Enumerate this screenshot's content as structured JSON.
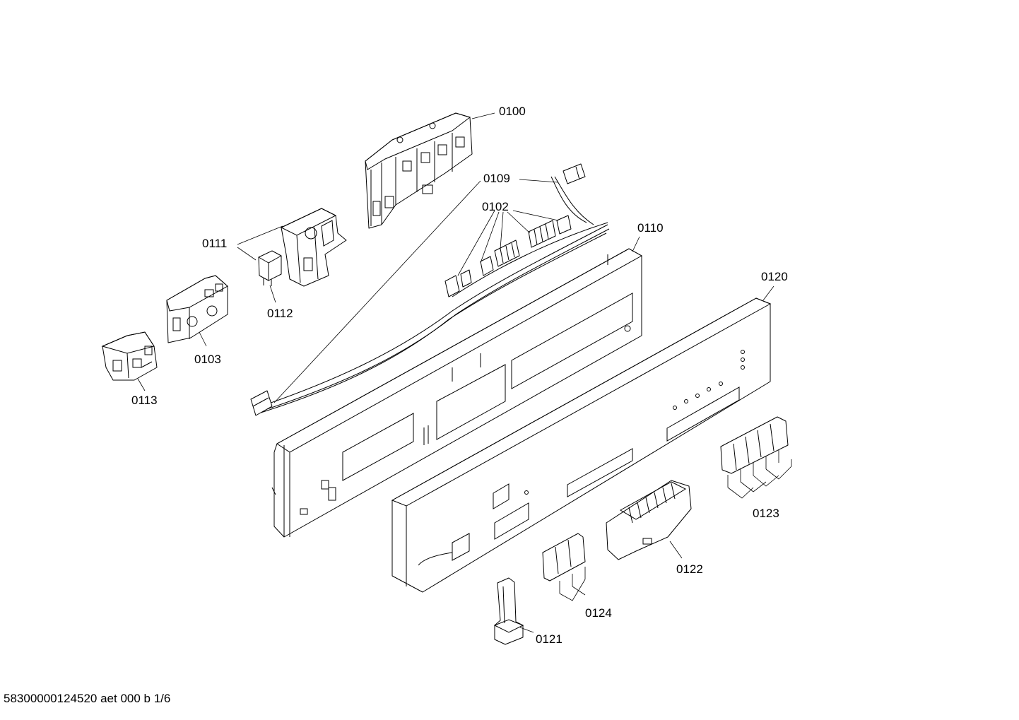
{
  "callouts": {
    "c0100": "0100",
    "c0109": "0109",
    "c0102": "0102",
    "c0110": "0110",
    "c0111": "0111",
    "c0112": "0112",
    "c0103": "0103",
    "c0113": "0113",
    "c0120": "0120",
    "c0123": "0123",
    "c0122": "0122",
    "c0124": "0124",
    "c0121": "0121"
  },
  "footer": "58300000124520 aet 000 b 1/6"
}
